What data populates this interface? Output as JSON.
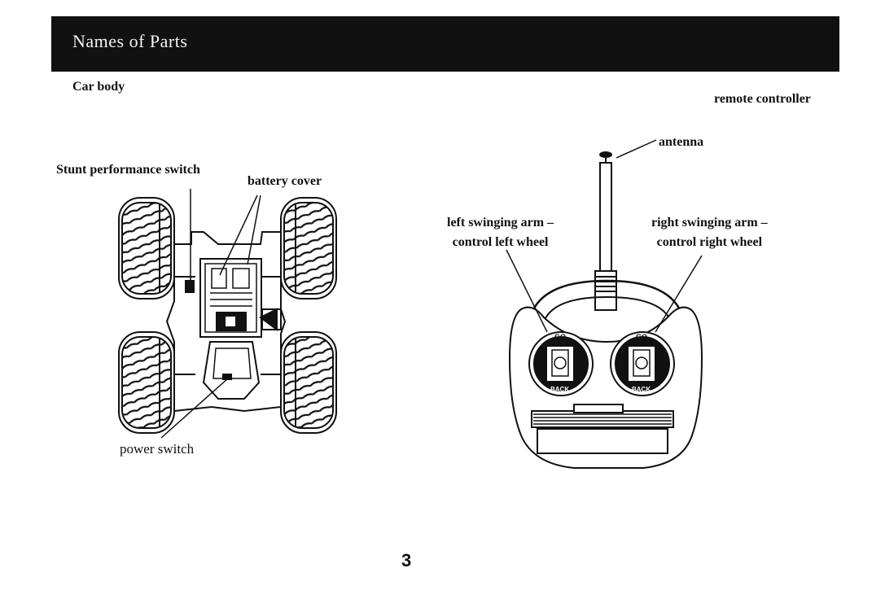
{
  "header": {
    "title": "Names of Parts"
  },
  "car_section": {
    "title": "Car body",
    "labels": {
      "stunt_switch": "Stunt performance switch",
      "battery_cover": "battery cover",
      "power_switch": "power switch"
    }
  },
  "remote_section": {
    "title": "remote controller",
    "labels": {
      "antenna": "antenna",
      "left_arm_line1": "left swinging arm –",
      "left_arm_line2": "control left wheel",
      "right_arm_line1": "right swinging arm –",
      "right_arm_line2": "control right wheel"
    },
    "stick_top_text": "GO",
    "stick_bottom_text": "BACK"
  },
  "page_number": "3"
}
